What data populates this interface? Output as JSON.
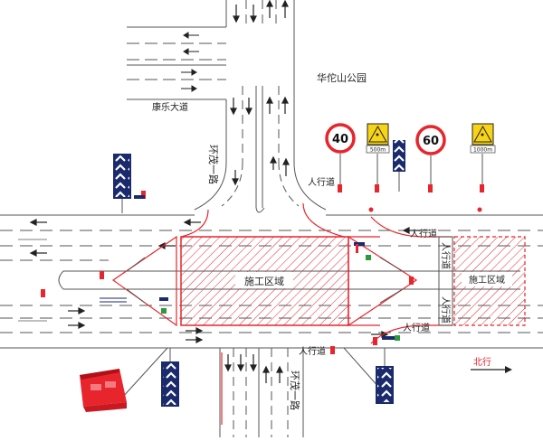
{
  "labels": {
    "park": "华佗山公园",
    "kangle": "康乐大道",
    "huanmao_top": "环茂一路",
    "huanmao_bottom": "环茂一路",
    "work_zone_main": "施工区域",
    "work_zone_right": "施工区域",
    "sidewalk_1": "人行道",
    "sidewalk_2": "人行道",
    "sidewalk_3": "人行道",
    "sidewalk_4": "人行道",
    "sidewalk_5": "人行道",
    "sidewalk_6": "人行道",
    "north": "北行"
  },
  "signs": {
    "speed_1": "40",
    "speed_2": "60",
    "distance_1": "500m",
    "distance_2": "1000m"
  },
  "colors": {
    "red": "#e8242c",
    "navy": "#1a2a6c",
    "warning_yellow": "#f7d418",
    "green": "#2a9a3a",
    "line": "#555555"
  }
}
